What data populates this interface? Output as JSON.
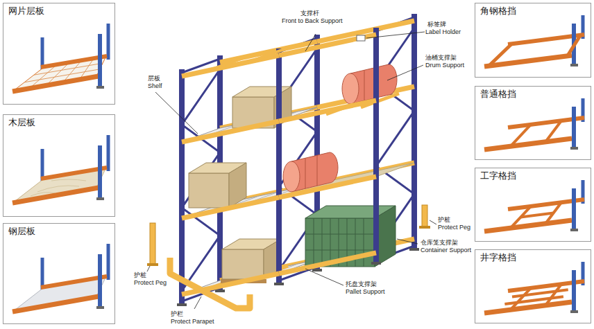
{
  "diagram": {
    "nodes": [
      {
        "text": [
          "网片层板"
        ]
      },
      {
        "text": [
          "木层板"
        ]
      },
      {
        "text": [
          "钢层板"
        ]
      },
      {
        "text": [
          "角钢格挡"
        ]
      },
      {
        "text": [
          "普通格挡"
        ]
      },
      {
        "text": [
          "工字格挡"
        ]
      },
      {
        "text": [
          "井字格挡"
        ]
      }
    ],
    "labels": [
      "支撑杆",
      "Front to Back Support",
      "标签牌",
      "Label Holder",
      "层板",
      "Shelf",
      "油桶支撑架",
      "Drum Support",
      "护桩",
      "Protect Peg",
      "仓库笼支撑架",
      "Container Support",
      "护桩",
      "Protect Peg",
      "托盘支撑架",
      "Pallet Support",
      "护栏",
      "Protect Parapet"
    ]
  }
}
